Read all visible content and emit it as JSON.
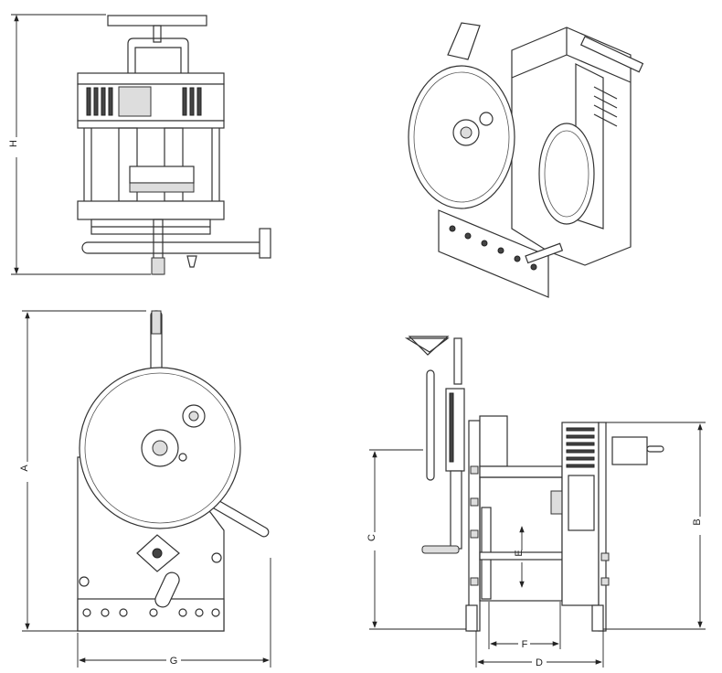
{
  "drawing": {
    "views": [
      "top-view",
      "isometric-view",
      "side-view",
      "front-view"
    ],
    "dimensions": {
      "H": "H",
      "A": "A",
      "G": "G",
      "C": "C",
      "B": "B",
      "E": "E",
      "F": "F",
      "D": "D"
    }
  }
}
